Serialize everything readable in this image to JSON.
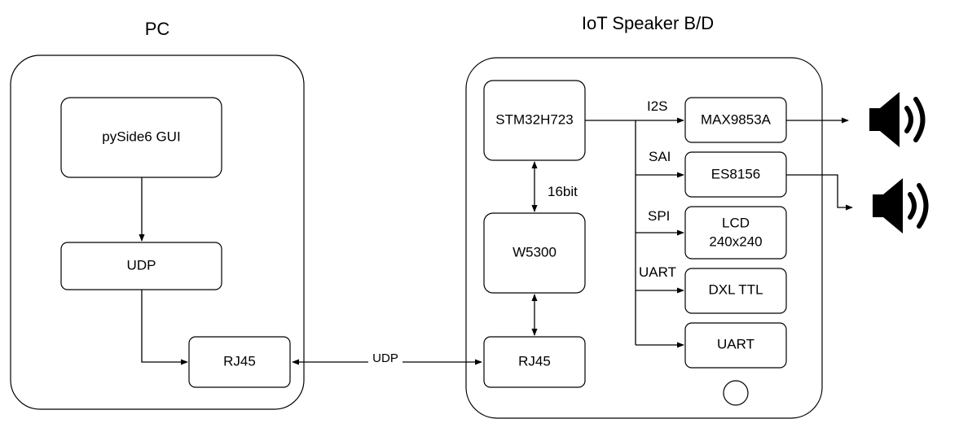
{
  "groups": {
    "pc": {
      "title": "PC"
    },
    "iot": {
      "title": "IoT Speaker B/D"
    }
  },
  "nodes": {
    "gui": "pySide6 GUI",
    "udp": "UDP",
    "rj45_pc": "RJ45",
    "stm32": "STM32H723",
    "w5300": "W5300",
    "rj45_iot": "RJ45",
    "max": "MAX9853A",
    "es": "ES8156",
    "lcd_line1": "LCD",
    "lcd_line2": "240x240",
    "dxl": "DXL TTL",
    "uart": "UART"
  },
  "edges": {
    "bus_width": "16bit",
    "network": "UDP",
    "i2s": "I2S",
    "sai": "SAI",
    "spi": "SPI",
    "uart": "UART"
  },
  "icons": {
    "speaker": "speaker-icon",
    "home_button": "home-button-icon"
  },
  "colors": {
    "stroke": "#000000",
    "fill": "#ffffff"
  }
}
